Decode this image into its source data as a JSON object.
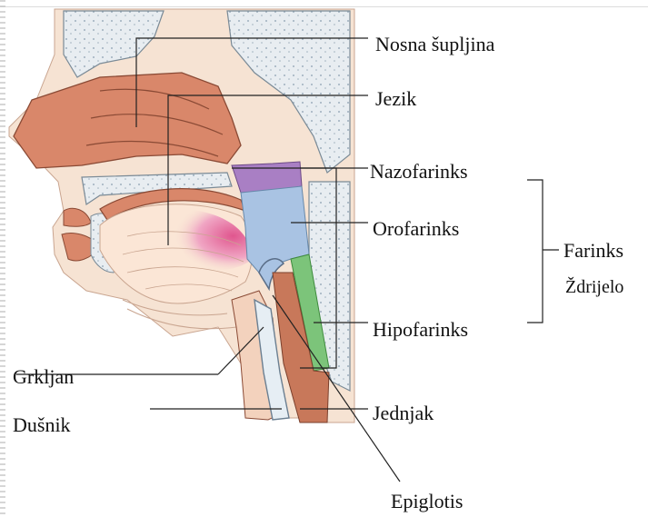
{
  "labels": {
    "nosna": "Nosna šupljina",
    "jezik": "Jezik",
    "nazofarinks": "Nazofarinks",
    "orofarinks": "Orofarinks",
    "farinks": "Farinks",
    "zdrijelo": "Ždrijelo",
    "hipofarinks": "Hipofarinks",
    "grkljan": "Grkljan",
    "dusnik": "Dušnik",
    "jednjak": "Jednjak",
    "epiglotis": "Epiglotis"
  },
  "colors": {
    "skin": "#f6e3d3",
    "nasal_tissue": "#d9876a",
    "nasopharynx": "#a97fc4",
    "oropharynx": "#a9c3e3",
    "hypopharynx": "#7cc47a",
    "tongue_pink": "#e05a92",
    "bone": "#dfe5ea"
  }
}
